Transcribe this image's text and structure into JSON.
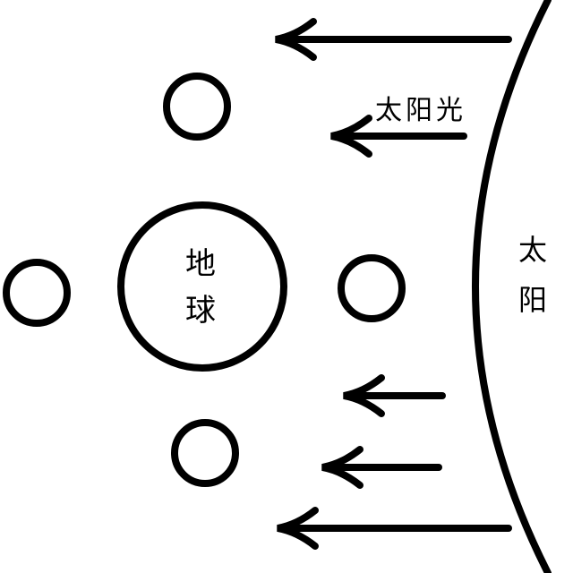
{
  "labels": {
    "earth": [
      "地",
      "球"
    ],
    "sun": [
      "太",
      "阳"
    ],
    "sunlight": "太阳光"
  },
  "colors": {
    "ink": "#000000",
    "background": "#ffffff"
  },
  "moon_positions": [
    "top",
    "right",
    "bottom",
    "left"
  ]
}
